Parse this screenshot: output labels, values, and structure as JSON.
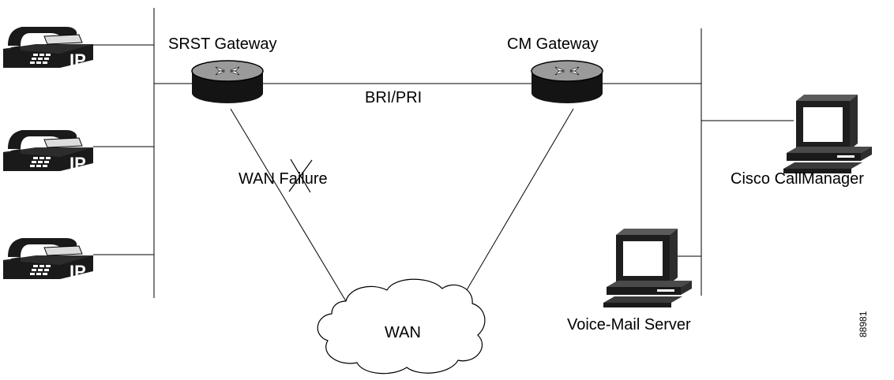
{
  "labels": {
    "srst_gateway": "SRST Gateway",
    "cm_gateway": "CM Gateway",
    "bri_pri": "BRI/PRI",
    "wan_failure": "WAN Failure",
    "cisco_callmanager": "Cisco CallManager",
    "voice_mail_server": "Voice-Mail Server",
    "wan": "WAN",
    "figure_id": "88981"
  },
  "phones": [
    {
      "icon": "ip-phone-icon",
      "badge": "IP"
    },
    {
      "icon": "ip-phone-icon",
      "badge": "IP"
    },
    {
      "icon": "ip-phone-icon",
      "badge": "IP"
    }
  ]
}
